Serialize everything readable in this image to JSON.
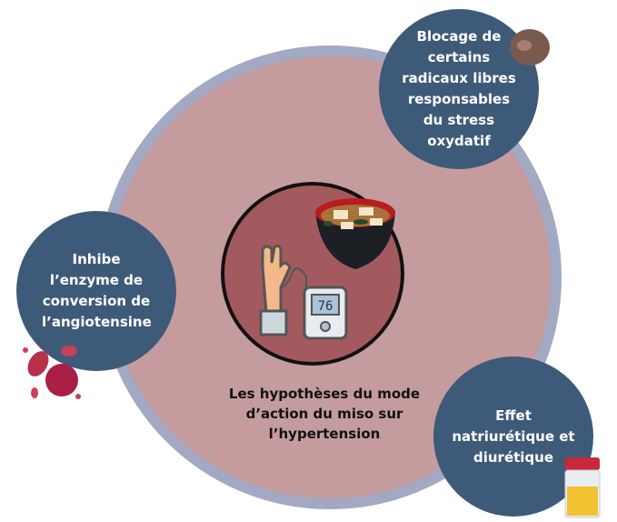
{
  "center": {
    "title": "Les hypothèses du mode d’action du miso sur l’hypertension",
    "monitor_reading": "76"
  },
  "bubbles": [
    {
      "text": "Blocage de certains radicaux libres responsables du stress oxydatif"
    },
    {
      "text": "Inhibe l’enzyme de conversion de l’angiotensine"
    },
    {
      "text": "Effet natriurétique et diurétique"
    }
  ],
  "colors": {
    "bubble": "#3e5a79",
    "outer_ring": "#a3a8c3",
    "outer_fill": "#c59c9d",
    "inner_fill": "#a35a5e"
  }
}
